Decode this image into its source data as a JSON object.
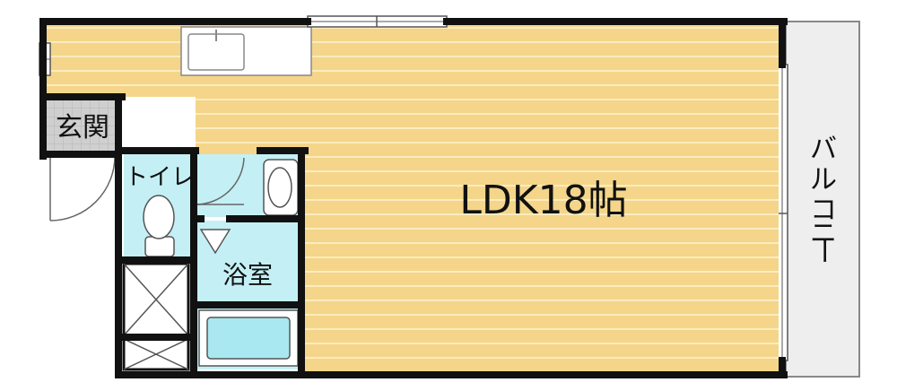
{
  "labels": {
    "ldk": "LDK18帖",
    "genkan": "玄関",
    "toilet": "トイレ",
    "bath": "浴室",
    "balcony_chars": [
      "バ",
      "ル",
      "コ",
      "ニ",
      "ー"
    ]
  },
  "colors": {
    "wall": "#111111",
    "floor": "#f4d58a",
    "floor_line": "#fff3cf",
    "wet_area": "#c4f0f5",
    "balcony": "#eeeeee",
    "genkan": "#cfcfcf"
  }
}
